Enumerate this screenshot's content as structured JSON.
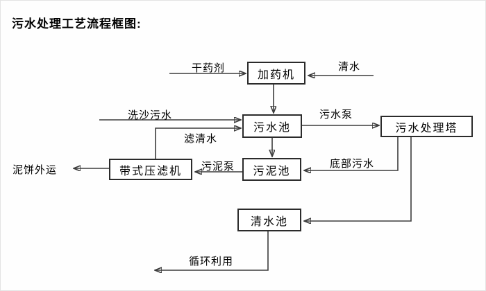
{
  "title": "污水处理工艺流程框图:",
  "nodes": {
    "dosing_machine": {
      "label": "加药机"
    },
    "sewage_pool": {
      "label": "污水池"
    },
    "treatment_tower": {
      "label": "污水处理塔"
    },
    "belt_filter_press": {
      "label": "带式压滤机"
    },
    "sludge_pool": {
      "label": "污泥池"
    },
    "clean_water_pool": {
      "label": "清水池"
    }
  },
  "edge_labels": {
    "dry_chemical": "干药剂",
    "clean_water_in": "清水",
    "sand_washing_sewage": "洗沙污水",
    "filtered_water": "滤清水",
    "sewage_pump": "污水泵",
    "bottom_sewage": "底部污水",
    "sludge_pump": "污泥泵",
    "mud_cake_out": "泥饼外运",
    "recycle": "循环利用"
  },
  "edges": [
    {
      "from": "dry_chemical_supply",
      "to": "dosing_machine",
      "label": "干药剂"
    },
    {
      "from": "clean_water_supply",
      "to": "dosing_machine",
      "label": "清水"
    },
    {
      "from": "dosing_machine",
      "to": "sewage_pool",
      "label": ""
    },
    {
      "from": "sand_washing_source",
      "to": "sewage_pool",
      "label": "洗沙污水"
    },
    {
      "from": "belt_filter_press",
      "to": "sewage_pool",
      "label": "滤清水"
    },
    {
      "from": "sewage_pool",
      "to": "treatment_tower",
      "label": "污水泵"
    },
    {
      "from": "sewage_pool",
      "to": "sludge_pool",
      "label": ""
    },
    {
      "from": "treatment_tower",
      "to": "sludge_pool",
      "label": "底部污水"
    },
    {
      "from": "treatment_tower",
      "to": "clean_water_pool",
      "label": ""
    },
    {
      "from": "sludge_pool",
      "to": "belt_filter_press",
      "label": "污泥泵"
    },
    {
      "from": "belt_filter_press",
      "to": "mud_cake_transport",
      "label": "泥饼外运"
    },
    {
      "from": "clean_water_pool",
      "to": "recycling_use",
      "label": "循环利用"
    }
  ],
  "colors": {
    "line": "#3c3c3c",
    "box_border": "#2b2b2b",
    "text": "#000000",
    "background": "#fefefe"
  }
}
